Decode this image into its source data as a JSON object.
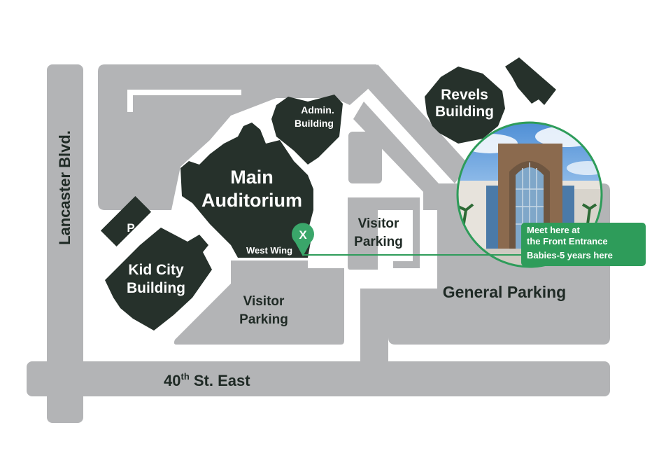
{
  "map": {
    "colors": {
      "road": "#b3b4b6",
      "building": "#26312b",
      "accent_green": "#2e9c5a",
      "marker_green": "#3aa66a",
      "background": "#ffffff",
      "label_dark": "#1f2a25",
      "label_light": "#ffffff"
    },
    "streets": {
      "lancaster": "Lancaster Blvd.",
      "fortieth_main": "40",
      "fortieth_sup": "th",
      "fortieth_rest": " St. East"
    },
    "buildings": {
      "main_line1": "Main",
      "main_line2": "Auditorium",
      "admin_line1": "Admin.",
      "admin_line2": "Building",
      "west_wing": "West Wing",
      "revels_line1": "Revels",
      "revels_line2": "Building",
      "kidcity_line1": "Kid City",
      "kidcity_line2": "Building",
      "parking_sign": "P"
    },
    "parking": {
      "visitor_top_line1": "Visitor",
      "visitor_top_line2": "Parking",
      "visitor_bottom_line1": "Visitor",
      "visitor_bottom_line2": "Parking",
      "general": "General Parking"
    },
    "marker": {
      "label": "X",
      "icon": "map-pin-icon"
    },
    "callout": {
      "line1": "Meet here at",
      "line2": "the Front Entrance",
      "line3": "Babies-5 years here"
    },
    "photo": {
      "subject": "front-entrance-photo"
    }
  }
}
